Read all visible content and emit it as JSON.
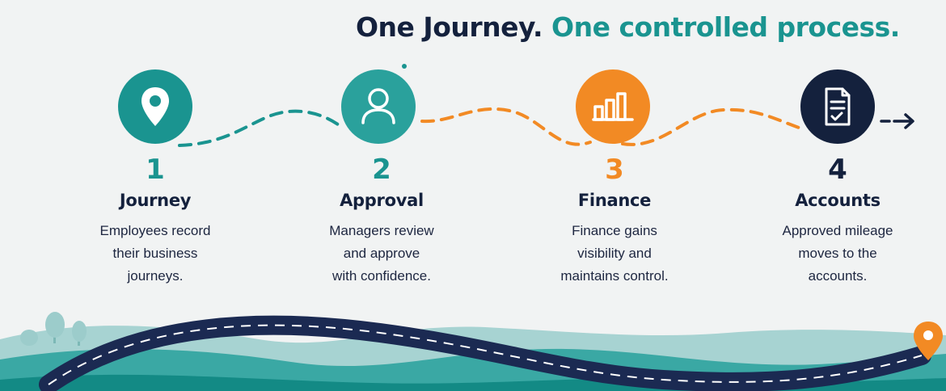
{
  "title": {
    "part1": "One Journey.",
    "part2": "One controlled process."
  },
  "colors": {
    "teal": "#1a9490",
    "teal_dark": "#17847f",
    "orange": "#f28a24",
    "navy": "#14213d",
    "background": "#f1f3f3"
  },
  "steps": [
    {
      "number": "1",
      "name": "Journey",
      "desc_line1": "Employees record",
      "desc_line2": "their business",
      "desc_line3": "journeys.",
      "icon": "location-pin-icon",
      "color": "#1a9490"
    },
    {
      "number": "2",
      "name": "Approval",
      "desc_line1": "Managers review",
      "desc_line2": "and approve",
      "desc_line3": "with confidence.",
      "icon": "person-icon",
      "color": "#1a9490"
    },
    {
      "number": "3",
      "name": "Finance",
      "desc_line1": "Finance gains",
      "desc_line2": "visibility and",
      "desc_line3": "maintains control.",
      "icon": "bar-chart-icon",
      "color": "#f28a24"
    },
    {
      "number": "4",
      "name": "Accounts",
      "desc_line1": "Approved mileage",
      "desc_line2": "moves to the",
      "desc_line3": "accounts.",
      "icon": "document-check-icon",
      "color": "#14213d"
    }
  ]
}
